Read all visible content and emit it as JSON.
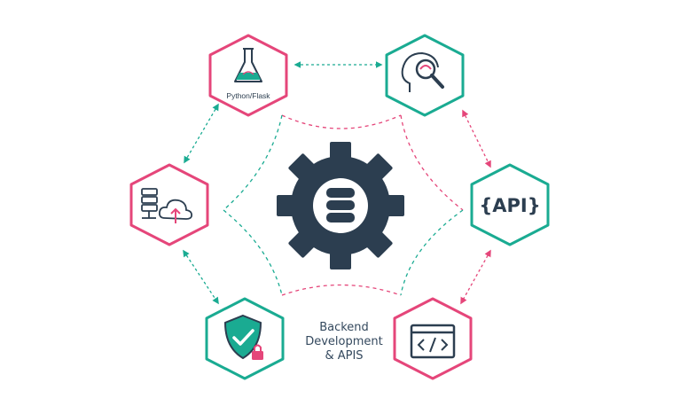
{
  "colors": {
    "teal": "#1aab92",
    "pink": "#e5467a",
    "navy": "#2c3e50",
    "white": "#ffffff"
  },
  "center": {
    "icon": "gear-database-icon"
  },
  "caption": {
    "line1": "Backend",
    "line2": "Development",
    "line3": "& APIS"
  },
  "nodes": [
    {
      "id": "python-flask",
      "icon": "flask-icon",
      "border": "pink",
      "label": "Python/Flask"
    },
    {
      "id": "analysis",
      "icon": "head-magnifier-icon",
      "border": "teal"
    },
    {
      "id": "api",
      "icon": "api-braces-icon",
      "border": "teal",
      "label": "{API}"
    },
    {
      "id": "code",
      "icon": "code-window-icon",
      "border": "pink"
    },
    {
      "id": "security",
      "icon": "shield-check-lock-icon",
      "border": "teal"
    },
    {
      "id": "cloud-storage",
      "icon": "server-cloud-upload-icon",
      "border": "pink"
    }
  ]
}
